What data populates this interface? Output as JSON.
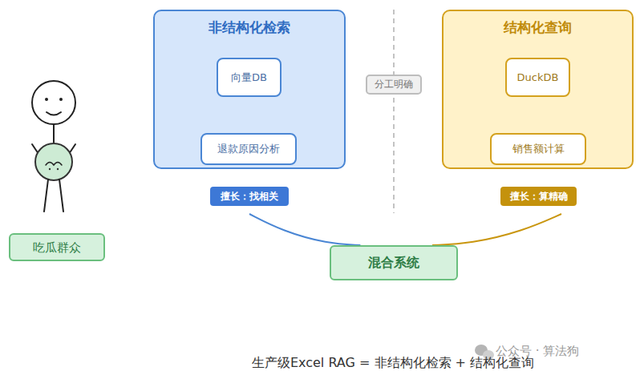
{
  "diagram": {
    "caption": "生产级Excel RAG = 非结构化检索 + 结构化查询",
    "nodes": [
      {
        "text": [
          "非结构化检索"
        ]
      },
      {
        "text": [
          "向量DB"
        ],
        "in": 0
      },
      {
        "text": [
          "退款原因分析"
        ],
        "in": 0
      },
      {
        "text": [
          "分工明确"
        ]
      },
      {
        "text": [
          "结构化查询"
        ]
      },
      {
        "text": [
          "DuckDB"
        ],
        "in": 4
      },
      {
        "text": [
          "销售额计算"
        ],
        "in": 4
      },
      {
        "text": [
          "吃瓜群众"
        ]
      },
      {
        "text": [
          "擅长：找相关"
        ]
      },
      {
        "text": [
          "擅长：算精确"
        ]
      },
      {
        "text": [
          "混合系统"
        ]
      }
    ],
    "edges": [
      {
        "from": 1,
        "to": 2,
        "arrow": "to"
      },
      {
        "from": 5,
        "to": 6,
        "arrow": "to"
      },
      {
        "from": 8,
        "to": 10,
        "arrow": "none"
      },
      {
        "from": 9,
        "to": 10,
        "arrow": "none"
      }
    ],
    "labels": [
      "公众号 · 算法狗"
    ]
  }
}
